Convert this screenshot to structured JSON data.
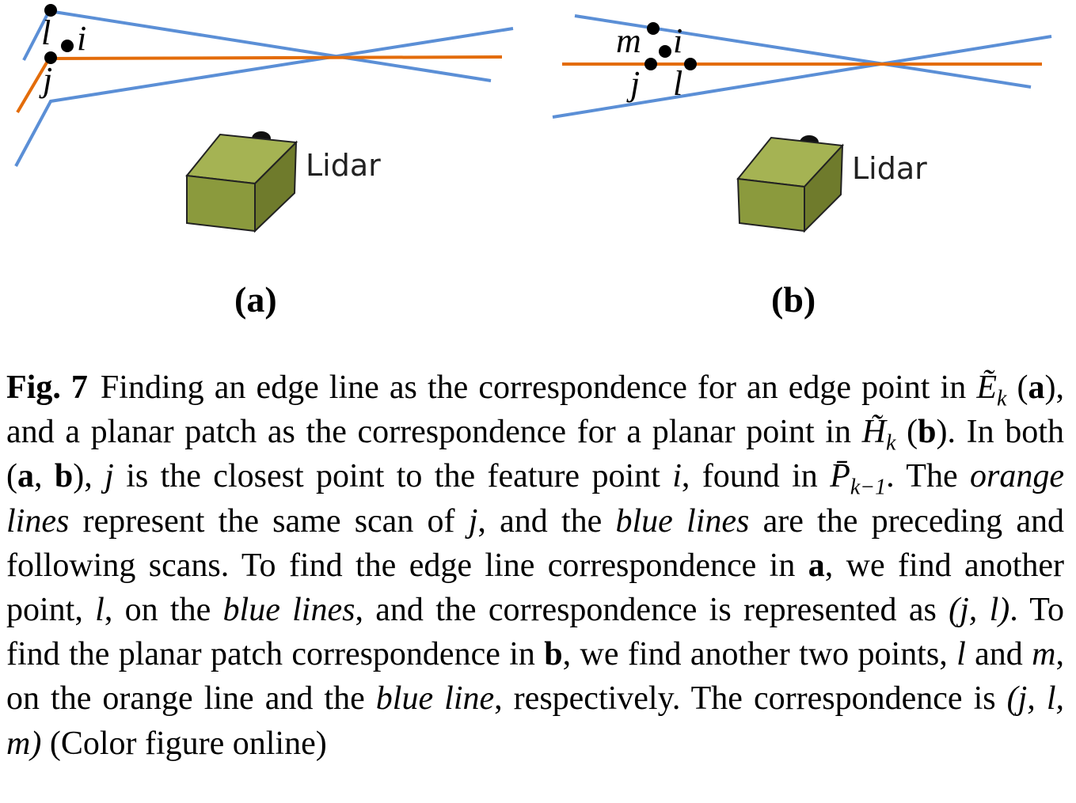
{
  "panel_a": {
    "label": "(a)",
    "point_labels": {
      "l": "l",
      "i": "i",
      "j": "j"
    },
    "device_label": "Lidar"
  },
  "panel_b": {
    "label": "(b)",
    "point_labels": {
      "m": "m",
      "i": "i",
      "j": "j",
      "l": "l"
    },
    "device_label": "Lidar"
  },
  "colors": {
    "orange_line": "#e36c0a",
    "blue_line": "#5b8fd6",
    "lidar_box_front": "#8b9a3d",
    "lidar_box_top": "#9aa84a",
    "point": "#000000"
  },
  "caption": {
    "fig_tag": "Fig. 7",
    "s1": "Finding an edge line as the correspondence for an edge point in ",
    "E_sym": "Ẽ",
    "E_sub": "k",
    "s2": " (",
    "a1": "a",
    "s3": "), and a planar patch as the correspondence for a planar point in ",
    "H_sym": "H̃",
    "H_sub": "k",
    "s4": " (",
    "b1": "b",
    "s5": "). In both (",
    "a2": "a",
    "s6": ", ",
    "b2": "b",
    "s7": "), ",
    "j1": "j",
    "s8": " is the closest point to the feature point ",
    "i1": "i",
    "s9": ", found in ",
    "P_sym": "P̄",
    "P_sub": "k−1",
    "s10": ". The ",
    "orange_lines": "orange lines",
    "s11": " represent the same scan of ",
    "j2": "j",
    "s12": ", and the ",
    "blue_lines1": "blue lines",
    "s13": " are the preceding and following scans. To find the edge line correspondence in ",
    "a3": "a",
    "s14": ", we find another point, ",
    "l1": "l",
    "s15": ", on the ",
    "blue_lines2": "blue lines",
    "s16": ", and the correspondence is represented as ",
    "corr_a": "(j, l)",
    "s17": ". To find the planar patch correspondence in ",
    "b3": "b",
    "s18": ", we find another two points, ",
    "l2": "l",
    "s19": " and ",
    "m1": "m",
    "s20": ", on the orange line and the ",
    "blue_line": "blue line",
    "s21": ", respectively. The correspondence is ",
    "corr_b": "(j, l, m)",
    "s22": " (Color figure online)"
  }
}
